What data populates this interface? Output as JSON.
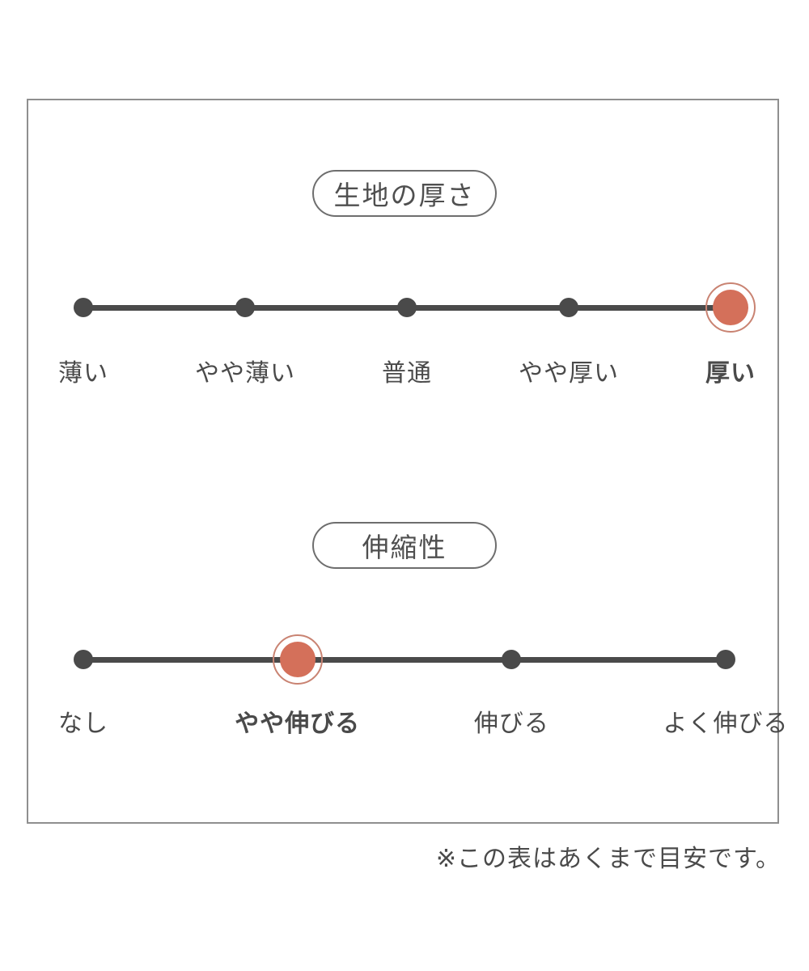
{
  "colors": {
    "accent": "#d4705a",
    "accent_ring": "#c98372",
    "dark": "#4a4a4a",
    "frame_border": "#8f8f8f"
  },
  "footnote": "※この表はあくまで目安です。",
  "scales": [
    {
      "title": "生地の厚さ",
      "selected_label": "厚い",
      "options": [
        {
          "label": "薄い",
          "selected": false
        },
        {
          "label": "やや薄い",
          "selected": false
        },
        {
          "label": "普通",
          "selected": false
        },
        {
          "label": "やや厚い",
          "selected": false
        },
        {
          "label": "厚い",
          "selected": true
        }
      ]
    },
    {
      "title": "伸縮性",
      "selected_label": "やや伸びる",
      "options": [
        {
          "label": "なし",
          "selected": false
        },
        {
          "label": "やや伸びる",
          "selected": true
        },
        {
          "label": "伸びる",
          "selected": false
        },
        {
          "label": "よく伸びる",
          "selected": false
        }
      ]
    }
  ]
}
